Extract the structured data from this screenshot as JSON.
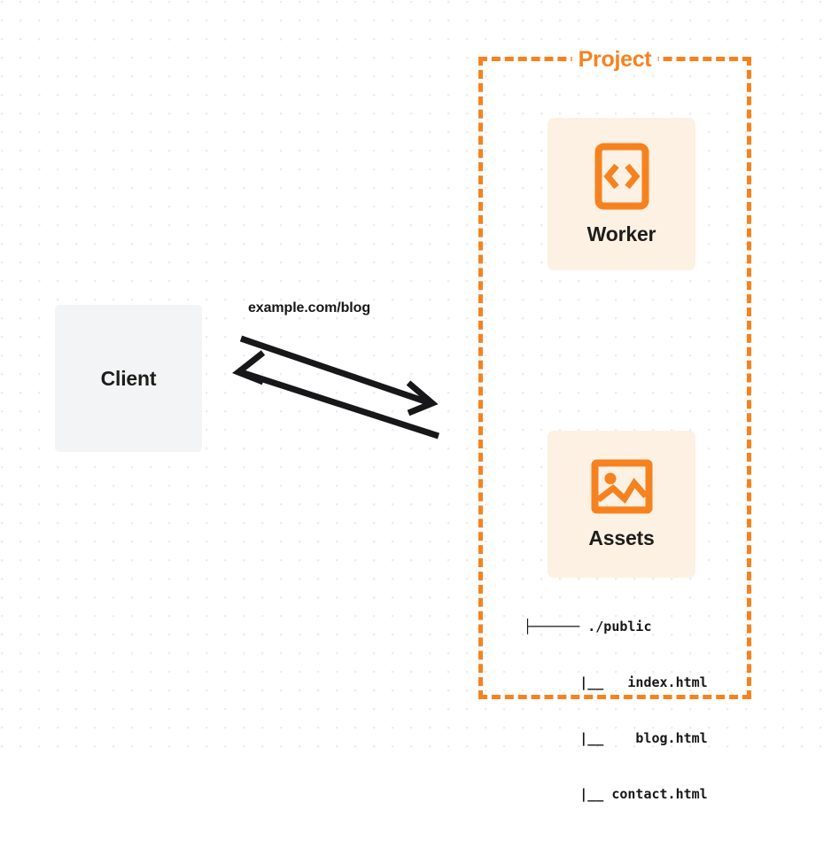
{
  "diagram": {
    "title": "Client to Project request flow",
    "colors": {
      "accent_orange": "#f6821f",
      "card_background": "#fdf1e4",
      "client_background": "#f3f4f6",
      "text_dark": "#17171a",
      "dot_grid": "#ececed"
    }
  },
  "client": {
    "label": "Client"
  },
  "connection": {
    "label": "example.com/blog",
    "request_arrow_direction": "right",
    "response_arrow_direction": "left"
  },
  "project": {
    "title": "Project",
    "nodes": [
      {
        "label": "Worker",
        "icon": "code-brackets-icon"
      },
      {
        "label": "Assets",
        "icon": "image-icon"
      }
    ]
  },
  "file_tree": {
    "rows": [
      "├────── ./public",
      "       |__   index.html",
      "       |__    blog.html",
      "       |__ contact.html"
    ],
    "root": "./public",
    "files": [
      "index.html",
      "blog.html",
      "contact.html"
    ]
  }
}
